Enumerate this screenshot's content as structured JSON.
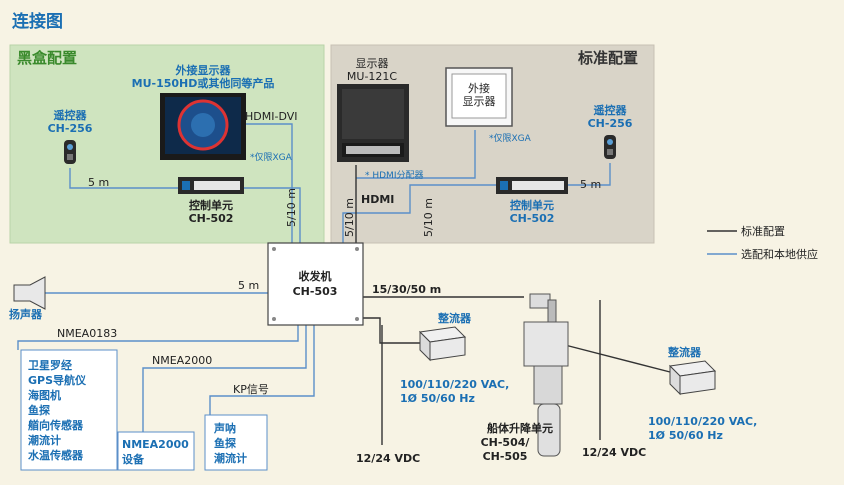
{
  "title": "连接图",
  "regions": {
    "blackbox_title": "黑盒配置",
    "standard_title": "标准配置"
  },
  "external_display_left": {
    "line1": "外接显示器",
    "line2": "MU-150HD或其他同等产品",
    "note": "*仅限XGA"
  },
  "display_main": {
    "line1": "显示器",
    "line2": "MU-121C"
  },
  "external_display_right": {
    "line1": "外接",
    "line2": "显示器",
    "note": "*仅限XGA"
  },
  "remote_left": {
    "line1": "遥控器",
    "line2": "CH-256"
  },
  "remote_right": {
    "line1": "遥控器",
    "line2": "CH-256"
  },
  "control_left": {
    "line1": "控制单元",
    "line2": "CH-502"
  },
  "control_right": {
    "line1": "控制单元",
    "line2": "CH-502"
  },
  "transceiver": {
    "line1": "收发机",
    "line2": "CH-503"
  },
  "speaker": "扬声器",
  "cable_labels": {
    "hdmi_dvi": "HDMI-DVI",
    "hdmi_splitter": "* HDMI分配器",
    "hdmi": "HDMI",
    "len_5m_left": "5 m",
    "len_5m_right": "5 m",
    "len_5m_speaker": "5 m",
    "len_510_left": "5/10 m",
    "len_510_mid": "5/10 m",
    "len_510_right": "5/10 m",
    "len_153050": "15/30/50 m",
    "nmea0183": "NMEA0183",
    "nmea2000": "NMEA2000",
    "kp": "KP信号"
  },
  "sensors_box": [
    "卫星罗经",
    "GPS导航仪",
    "海图机",
    "鱼探",
    "艏向传感器",
    "潮流计",
    "水温传感器"
  ],
  "nmea2000_box": [
    "NMEA2000",
    "设备"
  ],
  "kp_box": [
    "声呐",
    "鱼探",
    "潮流计"
  ],
  "rectifier_left": {
    "label": "整流器",
    "spec1": "100/110/220 VAC,",
    "spec2": "1Ø 50/60 Hz"
  },
  "rectifier_right": {
    "label": "整流器",
    "spec1": "100/110/220 VAC,",
    "spec2": "1Ø 50/60 Hz"
  },
  "vdc_left": "12/24 VDC",
  "vdc_right": "12/24 VDC",
  "hull_unit": {
    "line1": "船体升降单元",
    "line2": "CH-504/",
    "line3": "CH-505"
  },
  "legend": {
    "standard": "标准配置",
    "optional": "选配和本地供应",
    "standard_color": "#333333",
    "optional_color": "#5b8fc9"
  },
  "colors": {
    "blackbox_bg": "#cfe4bf",
    "standard_bg": "#d9d4c8",
    "accent": "#1b6fb3",
    "optional_line": "#5b8fc9"
  }
}
